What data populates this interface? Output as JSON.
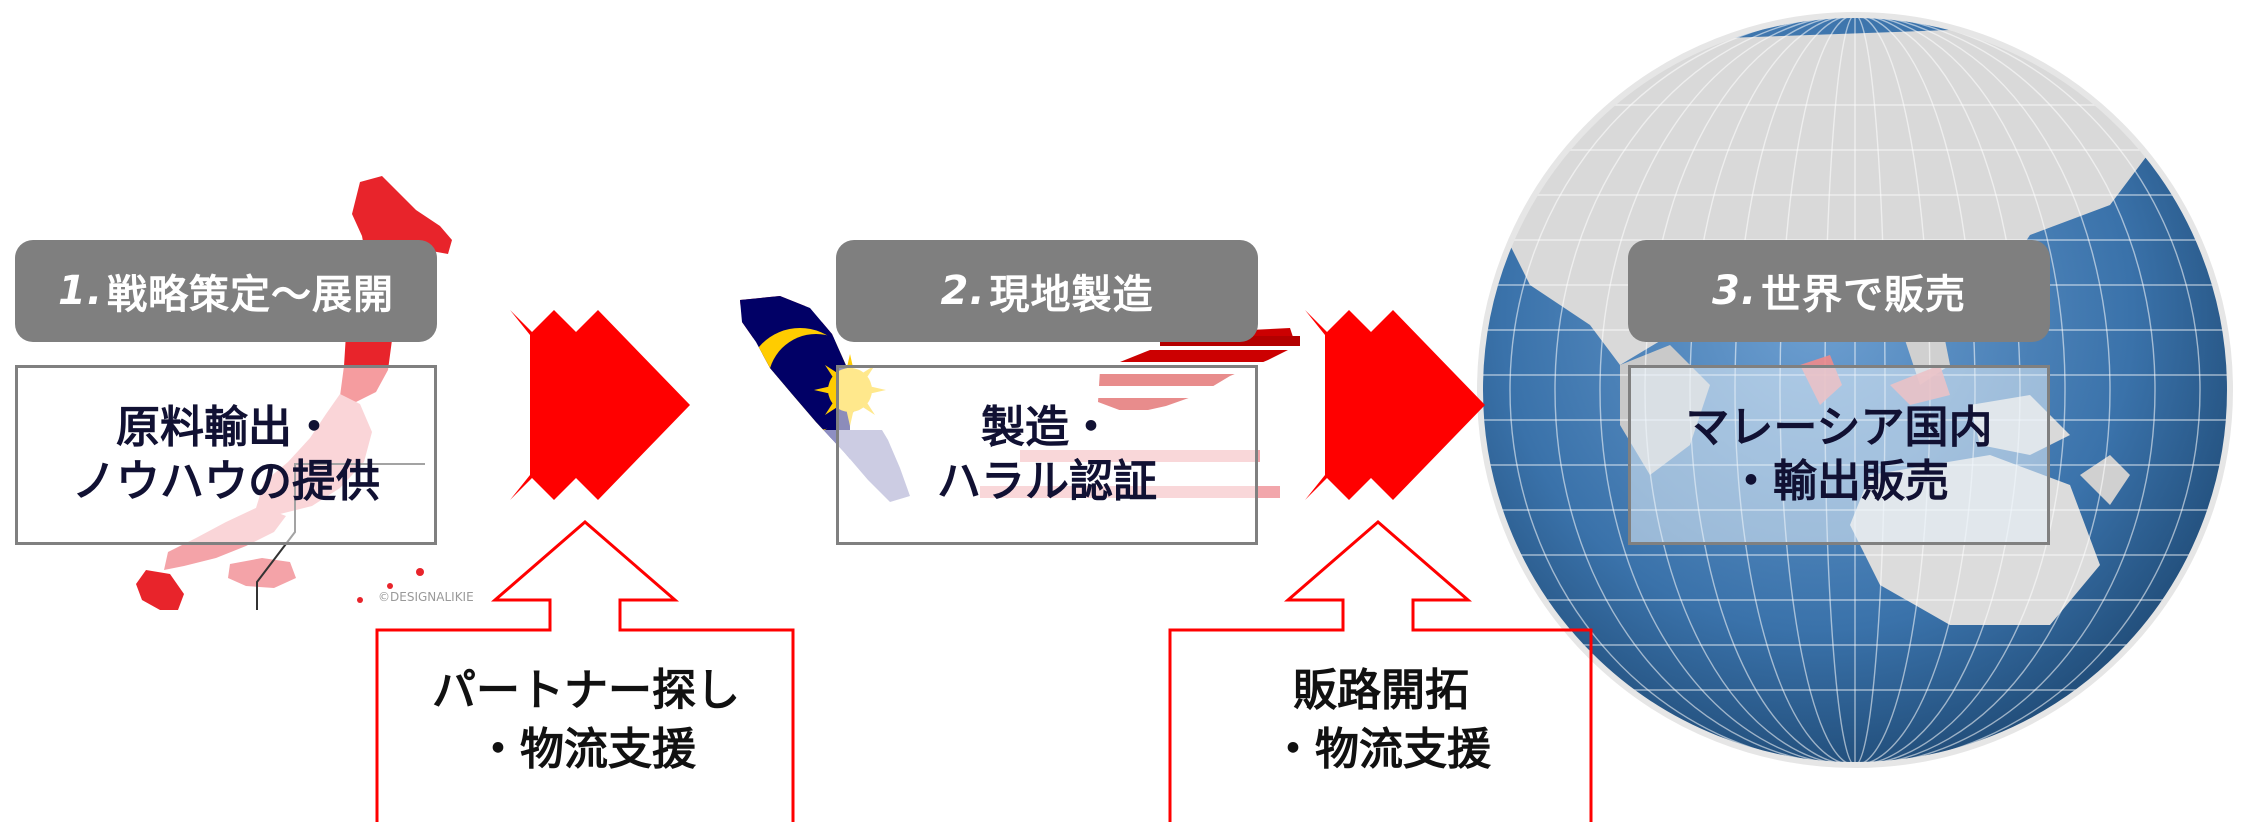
{
  "steps": [
    {
      "number": "1.",
      "title": "戦略策定～展開",
      "body_line1": "原料輸出・",
      "body_line2": "ノウハウの提供"
    },
    {
      "number": "2.",
      "title": "現地製造",
      "body_line1": "製造・",
      "body_line2": "ハラル認証"
    },
    {
      "number": "3.",
      "title": "世界で販売",
      "body_line1": "マレーシア国内",
      "body_line2": "・輸出販売"
    }
  ],
  "supports": [
    {
      "line1": "パートナー探し",
      "line2": "・物流支援"
    },
    {
      "line1": "販路開拓",
      "line2": "・物流支援"
    }
  ],
  "image_credit": "©DESIGNALIKIE",
  "colors": {
    "header_bg": "#7f7f7f",
    "arrow_red": "#ff0000",
    "box_border": "#808080",
    "japan_red": "#e8242b",
    "japan_pink": "#f4a3a8",
    "globe_ocean": "#3f7bb5",
    "text_dark": "#111133"
  },
  "images": {
    "japan_map": "map-of-japan-icon",
    "malaysia_map": "malaysia-flag-map-icon",
    "globe": "world-globe-icon"
  }
}
